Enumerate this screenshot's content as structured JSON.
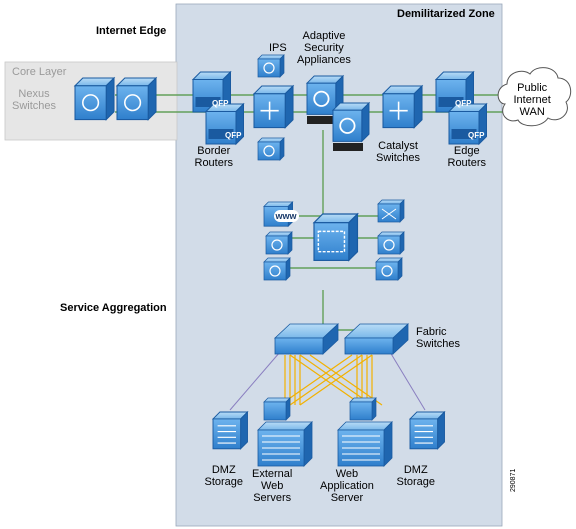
{
  "sections": {
    "dmz_title": "Demilitarized Zone",
    "internet_edge": "Internet Edge",
    "core_layer": "Core Layer",
    "service_aggregation": "Service Aggregation"
  },
  "labels": {
    "nexus_line1": "Nexus",
    "nexus_line2": "Switches",
    "ips": "IPS",
    "asa_line1": "Adaptive",
    "asa_line2": "Security",
    "asa_line3": "Appliances",
    "border_line1": "Border",
    "border_line2": "Routers",
    "catalyst_line1": "Catalyst",
    "catalyst_line2": "Switches",
    "edge_line1": "Edge",
    "edge_line2": "Routers",
    "cloud_line1": "Public",
    "cloud_line2": "Internet",
    "cloud_line3": "WAN",
    "fabric_line1": "Fabric",
    "fabric_line2": "Switches",
    "dmz_storage_left_1": "DMZ",
    "dmz_storage_left_2": "Storage",
    "ext_web_1": "External",
    "ext_web_2": "Web",
    "ext_web_3": "Servers",
    "web_app_1": "Web",
    "web_app_2": "Application",
    "web_app_3": "Server",
    "dmz_storage_right_1": "DMZ",
    "dmz_storage_right_2": "Storage",
    "qfp": "QFP",
    "www": "www",
    "figure_id": "290871"
  },
  "colors": {
    "dmz_zone": "#d2dce8",
    "core_zone": "#e6e6e6",
    "device_fill": "#3d8ed8",
    "device_dark": "#1a5aa0",
    "device_light": "#8fc3ef",
    "green_link": "#63a05a",
    "orange_link": "#f2b100",
    "purple_link": "#8a7fc0"
  }
}
